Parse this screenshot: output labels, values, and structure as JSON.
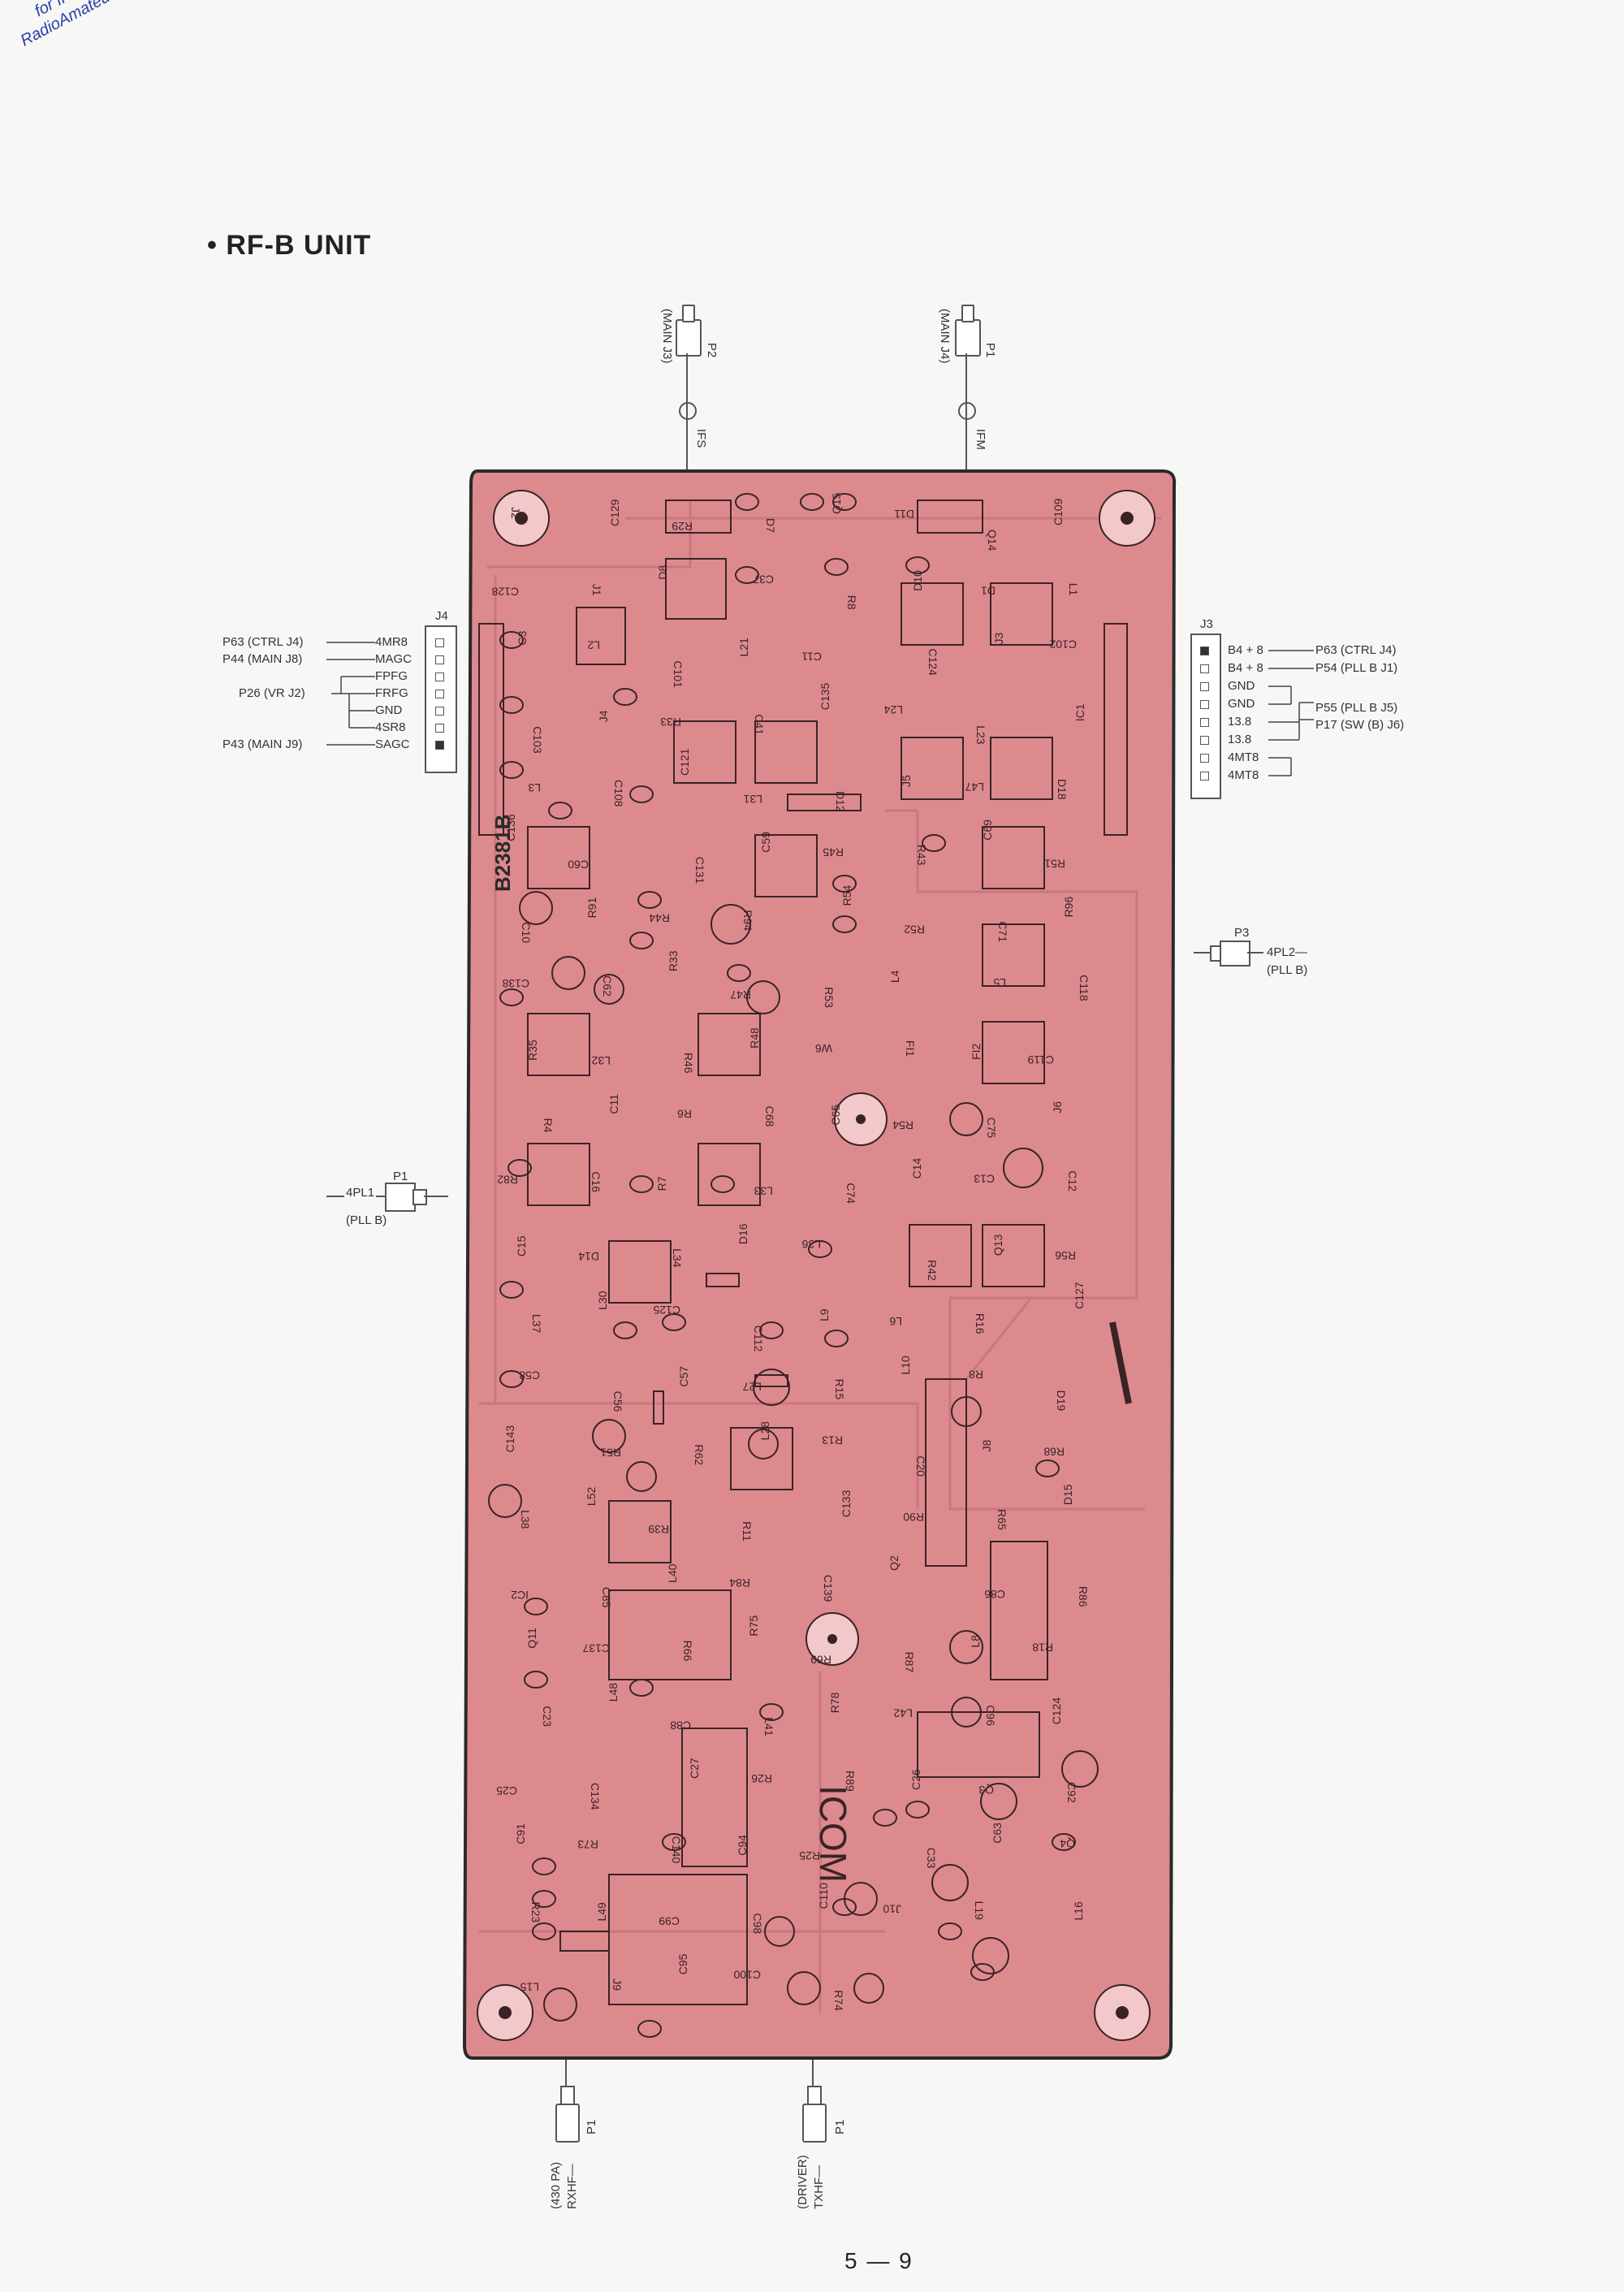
{
  "watermark": {
    "line1": "for free by",
    "line2": "RadioAmateur.eu"
  },
  "title": "• RF-B UNIT",
  "page_number": "5 — 9",
  "brand": "ICOM",
  "board_code": "B2381B",
  "colors": {
    "board": "#dd8a8f",
    "board_edge": "#2a2a2a",
    "trace": "#c9777c",
    "silk": "#3a2326"
  },
  "top_connectors": [
    {
      "ref": "P2",
      "dest": "(MAIN J3)",
      "signal": "IFS"
    },
    {
      "ref": "P1",
      "dest": "(MAIN J4)",
      "signal": "IFM"
    }
  ],
  "bottom_connectors": [
    {
      "ref": "P1",
      "signal": "RXHF—",
      "dest": "(430 PA)"
    },
    {
      "ref": "P1",
      "signal": "TXHF—",
      "dest": "(DRIVER)"
    }
  ],
  "left_side_connector": {
    "ref": "P1",
    "signal": "4PL1",
    "dest": "(PLL B)"
  },
  "right_side_connector": {
    "ref": "P3",
    "signal": "4PL2—",
    "dest": "(PLL B)"
  },
  "j4": {
    "ref": "J4",
    "pins": [
      "4MR8",
      "MAGC",
      "FPFG",
      "FRFG",
      "GND",
      "4SR8",
      "SAGC"
    ],
    "left_refs": [
      {
        "label": "P63   (CTRL J4)"
      },
      {
        "label": "P44   (MAIN J8)"
      },
      {
        "label": "P26    (VR J2)"
      },
      {
        "label": "P43   (MAIN J9)"
      }
    ]
  },
  "j3": {
    "ref": "J3",
    "pins": [
      "B4 + 8",
      "B4 + 8",
      "GND",
      "GND",
      "13.8",
      "13.8",
      "4MT8",
      "4MT8"
    ],
    "right_refs": [
      {
        "label": "P63   (CTRL J4)"
      },
      {
        "label": "P54   (PLL B J1)"
      },
      {
        "label": "P55   (PLL B J5)"
      },
      {
        "label": "P17   (SW (B) J6)"
      }
    ]
  },
  "components": [
    "J2",
    "C129",
    "R29",
    "D7",
    "Q15",
    "D11",
    "Q14",
    "C109",
    "C128",
    "J1",
    "D8",
    "C37",
    "R8",
    "D10",
    "D1",
    "L1",
    "C3",
    "L2",
    "C101",
    "L21",
    "C11",
    "C124",
    "J3",
    "C102",
    "C103",
    "J4",
    "R33",
    "C41",
    "C135",
    "L24",
    "L23",
    "IC1",
    "L3",
    "C108",
    "C121",
    "L31",
    "D12",
    "J5",
    "L47",
    "D18",
    "C136",
    "C60",
    "C131",
    "C59",
    "R45",
    "R43",
    "C69",
    "R51",
    "C10",
    "R91",
    "R44",
    "R94",
    "R54",
    "R52",
    "C71",
    "R96",
    "C138",
    "C62",
    "R33",
    "R47",
    "R53",
    "L4",
    "L5",
    "C118",
    "R35",
    "L32",
    "R46",
    "R48",
    "W6",
    "FI1",
    "FI2",
    "C119",
    "R4",
    "C11",
    "R6",
    "C68",
    "C65",
    "R54",
    "C75",
    "J6",
    "R82",
    "C16",
    "R7",
    "L33",
    "C74",
    "C14",
    "C13",
    "C12",
    "C15",
    "D14",
    "L34",
    "D16",
    "L36",
    "R42",
    "Q13",
    "R56",
    "L37",
    "L30",
    "C125",
    "C112",
    "L9",
    "L6",
    "R16",
    "C127",
    "C58",
    "C56",
    "C57",
    "L27",
    "R15",
    "L10",
    "R8",
    "D19",
    "C143",
    "R51",
    "R62",
    "L28",
    "R13",
    "C20",
    "J8",
    "R68",
    "L38",
    "L52",
    "R39",
    "R11",
    "C133",
    "R90",
    "R65",
    "D15",
    "IC2",
    "C85",
    "L40",
    "R84",
    "C139",
    "Q2",
    "C86",
    "R86",
    "Q11",
    "C137",
    "R66",
    "R75",
    "R69",
    "R87",
    "L8",
    "R18",
    "C23",
    "L48",
    "C88",
    "L41",
    "R78",
    "L42",
    "C96",
    "C124",
    "C25",
    "C134",
    "C27",
    "R26",
    "R89",
    "C26",
    "Q3",
    "C92",
    "C91",
    "R73",
    "C140",
    "C94",
    "R25",
    "C33",
    "C63",
    "Q4",
    "R23",
    "L49",
    "C99",
    "C98",
    "C110",
    "J10",
    "L19",
    "L16",
    "L15",
    "J9",
    "C95",
    "C100",
    "R74"
  ]
}
